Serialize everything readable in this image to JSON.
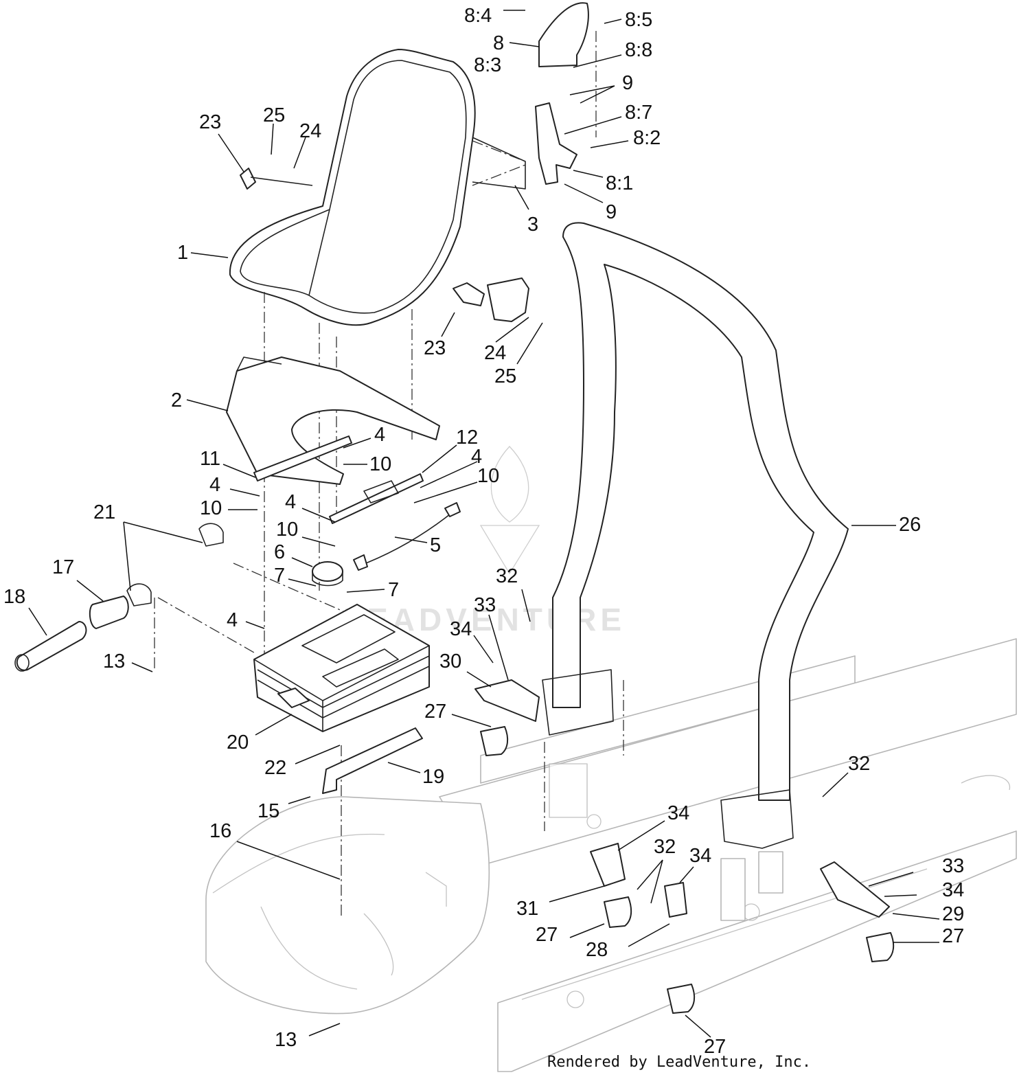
{
  "diagram": {
    "watermark_text": "LEADVENTURE",
    "footer_text": "Rendered by LeadVenture, Inc.",
    "callouts": [
      {
        "id": "c-8-4",
        "text": "8:4"
      },
      {
        "id": "c-8-5",
        "text": "8:5"
      },
      {
        "id": "c-8",
        "text": "8"
      },
      {
        "id": "c-8-3",
        "text": "8:3"
      },
      {
        "id": "c-8-8",
        "text": "8:8"
      },
      {
        "id": "c-9a",
        "text": "9"
      },
      {
        "id": "c-8-7",
        "text": "8:7"
      },
      {
        "id": "c-8-2",
        "text": "8:2"
      },
      {
        "id": "c-8-1",
        "text": "8:1"
      },
      {
        "id": "c-9b",
        "text": "9"
      },
      {
        "id": "c-3",
        "text": "3"
      },
      {
        "id": "c-23a",
        "text": "23"
      },
      {
        "id": "c-25a",
        "text": "25"
      },
      {
        "id": "c-24a",
        "text": "24"
      },
      {
        "id": "c-1",
        "text": "1"
      },
      {
        "id": "c-23b",
        "text": "23"
      },
      {
        "id": "c-24b",
        "text": "24"
      },
      {
        "id": "c-25b",
        "text": "25"
      },
      {
        "id": "c-2",
        "text": "2"
      },
      {
        "id": "c-4a",
        "text": "4"
      },
      {
        "id": "c-12",
        "text": "12"
      },
      {
        "id": "c-10a",
        "text": "10"
      },
      {
        "id": "c-4b",
        "text": "4"
      },
      {
        "id": "c-11",
        "text": "11"
      },
      {
        "id": "c-10b",
        "text": "10"
      },
      {
        "id": "c-4c",
        "text": "4"
      },
      {
        "id": "c-10c",
        "text": "10"
      },
      {
        "id": "c-4d",
        "text": "4"
      },
      {
        "id": "c-10d",
        "text": "10"
      },
      {
        "id": "c-21",
        "text": "21"
      },
      {
        "id": "c-5",
        "text": "5"
      },
      {
        "id": "c-26",
        "text": "26"
      },
      {
        "id": "c-17",
        "text": "17"
      },
      {
        "id": "c-6",
        "text": "6"
      },
      {
        "id": "c-7a",
        "text": "7"
      },
      {
        "id": "c-7b",
        "text": "7"
      },
      {
        "id": "c-18",
        "text": "18"
      },
      {
        "id": "c-32a",
        "text": "32"
      },
      {
        "id": "c-33a",
        "text": "33"
      },
      {
        "id": "c-4e",
        "text": "4"
      },
      {
        "id": "c-34a",
        "text": "34"
      },
      {
        "id": "c-13a",
        "text": "13"
      },
      {
        "id": "c-30",
        "text": "30"
      },
      {
        "id": "c-27a",
        "text": "27"
      },
      {
        "id": "c-20",
        "text": "20"
      },
      {
        "id": "c-22",
        "text": "22"
      },
      {
        "id": "c-19",
        "text": "19"
      },
      {
        "id": "c-32b",
        "text": "32"
      },
      {
        "id": "c-15",
        "text": "15"
      },
      {
        "id": "c-34b",
        "text": "34"
      },
      {
        "id": "c-16",
        "text": "16"
      },
      {
        "id": "c-32c",
        "text": "32"
      },
      {
        "id": "c-34c",
        "text": "34"
      },
      {
        "id": "c-33b",
        "text": "33"
      },
      {
        "id": "c-34d",
        "text": "34"
      },
      {
        "id": "c-31",
        "text": "31"
      },
      {
        "id": "c-29",
        "text": "29"
      },
      {
        "id": "c-27b",
        "text": "27"
      },
      {
        "id": "c-27c",
        "text": "27"
      },
      {
        "id": "c-28",
        "text": "28"
      },
      {
        "id": "c-13b",
        "text": "13"
      },
      {
        "id": "c-27d",
        "text": "27"
      }
    ]
  }
}
